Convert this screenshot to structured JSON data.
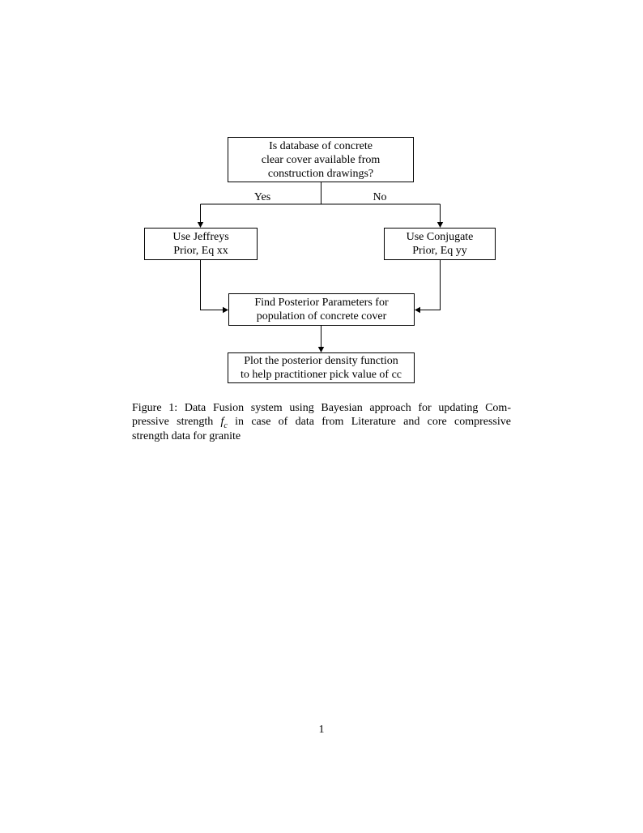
{
  "ink_color": "#000000",
  "paper_color": "#ffffff",
  "flowchart": {
    "decision": {
      "lines": [
        "Is database of concrete",
        "clear cover available from",
        "construction drawings?"
      ]
    },
    "yes_label": "Yes",
    "no_label": "No",
    "jeffreys": {
      "lines": [
        "Use Jeffreys",
        "Prior, Eq xx"
      ]
    },
    "conjugate": {
      "lines": [
        "Use Conjugate",
        "Prior, Eq yy"
      ]
    },
    "posterior": {
      "lines": [
        "Find Posterior Parameters for",
        "population of concrete cover"
      ]
    },
    "plot": {
      "lines": [
        "Plot the posterior density function",
        "to help practitioner pick value of cc"
      ]
    }
  },
  "caption": {
    "line1": "Figure 1: Data Fusion system using Bayesian approach for updating Com-",
    "line2_pre": "pressive strength ",
    "math_var": "f",
    "math_sub": "c",
    "line2_post": " in case of data from Literature and core compressive",
    "line3": "strength data for granite"
  },
  "page_number": "1"
}
